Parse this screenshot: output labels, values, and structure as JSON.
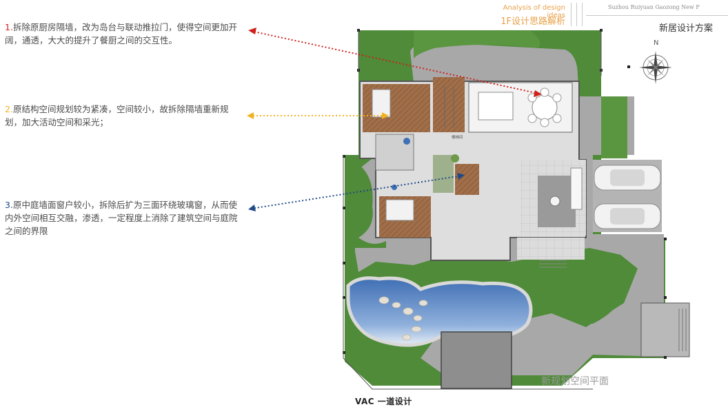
{
  "header": {
    "analysis_en": "Analysis of design ideas",
    "analysis_cn": "1F设计思路解析",
    "project_en": "Suzhou Ruiyuan Gaozong New F",
    "title": "新居设计方案"
  },
  "notes": [
    {
      "num": "1.",
      "text": "拆除原厨房隔墙，改为岛台与联动推拉门，使得空间更加开阔，通透，大大的提升了餐厨之间的交互性。",
      "color": "#d0201a"
    },
    {
      "num": "2.",
      "text": "原结构空间规划较为紧凑，空间较小，故拆除隔墙重新规划，加大活动空间和采光；",
      "color": "#f2b21d"
    },
    {
      "num": "3.",
      "text": "原中庭墙面窗户较小，拆除后扩为三面环绕玻璃窗，从而使内外空间相互交融，渗透，一定程度上消除了建筑空间与庭院之间的界限",
      "color": "#1f4a86"
    }
  ],
  "plan": {
    "label": "新规划空间平面",
    "compass_letter": "N",
    "stair_label": "楼梯间"
  },
  "logo": "VAC 一道设计",
  "colors": {
    "lawn": "#4e8a37",
    "paving": "#a9a9a9",
    "pond": "#5b87c4",
    "wood_floor": "#9c6b47",
    "interior": "#e3e3e3"
  }
}
